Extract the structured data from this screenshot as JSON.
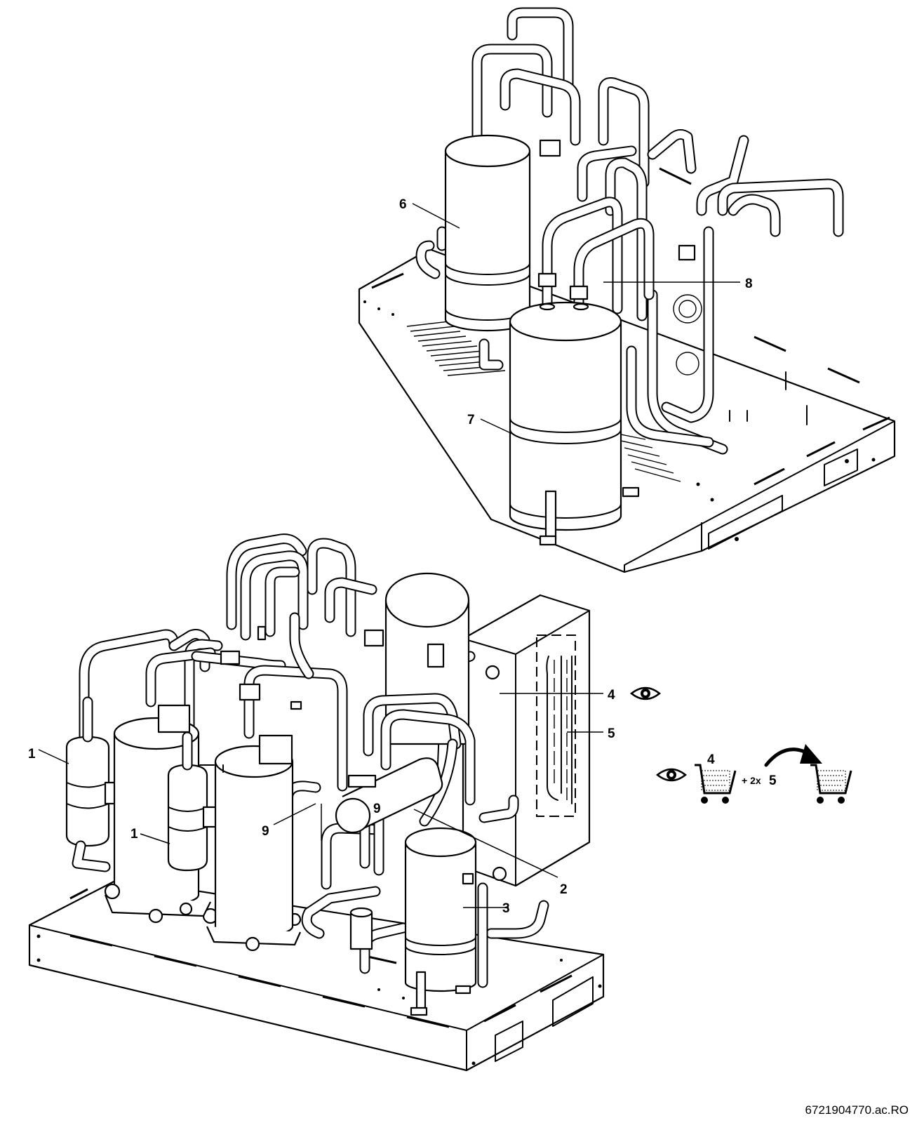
{
  "document_code": "6721904770.ac.RO",
  "callouts": [
    {
      "id": "c1a",
      "label": "1"
    },
    {
      "id": "c1b",
      "label": "1"
    },
    {
      "id": "c2",
      "label": "2"
    },
    {
      "id": "c3",
      "label": "3"
    },
    {
      "id": "c4",
      "label": "4"
    },
    {
      "id": "c5",
      "label": "5"
    },
    {
      "id": "c6",
      "label": "6"
    },
    {
      "id": "c7",
      "label": "7"
    },
    {
      "id": "c8",
      "label": "8"
    },
    {
      "id": "c9a",
      "label": "9"
    },
    {
      "id": "c9b",
      "label": "9"
    }
  ],
  "legend": {
    "cart_part": "4",
    "plus_quantity": "+ 2x",
    "extra_part": "5",
    "icons": [
      "eye-icon",
      "cart-icon",
      "curved-arrow-icon",
      "cart-icon"
    ]
  }
}
